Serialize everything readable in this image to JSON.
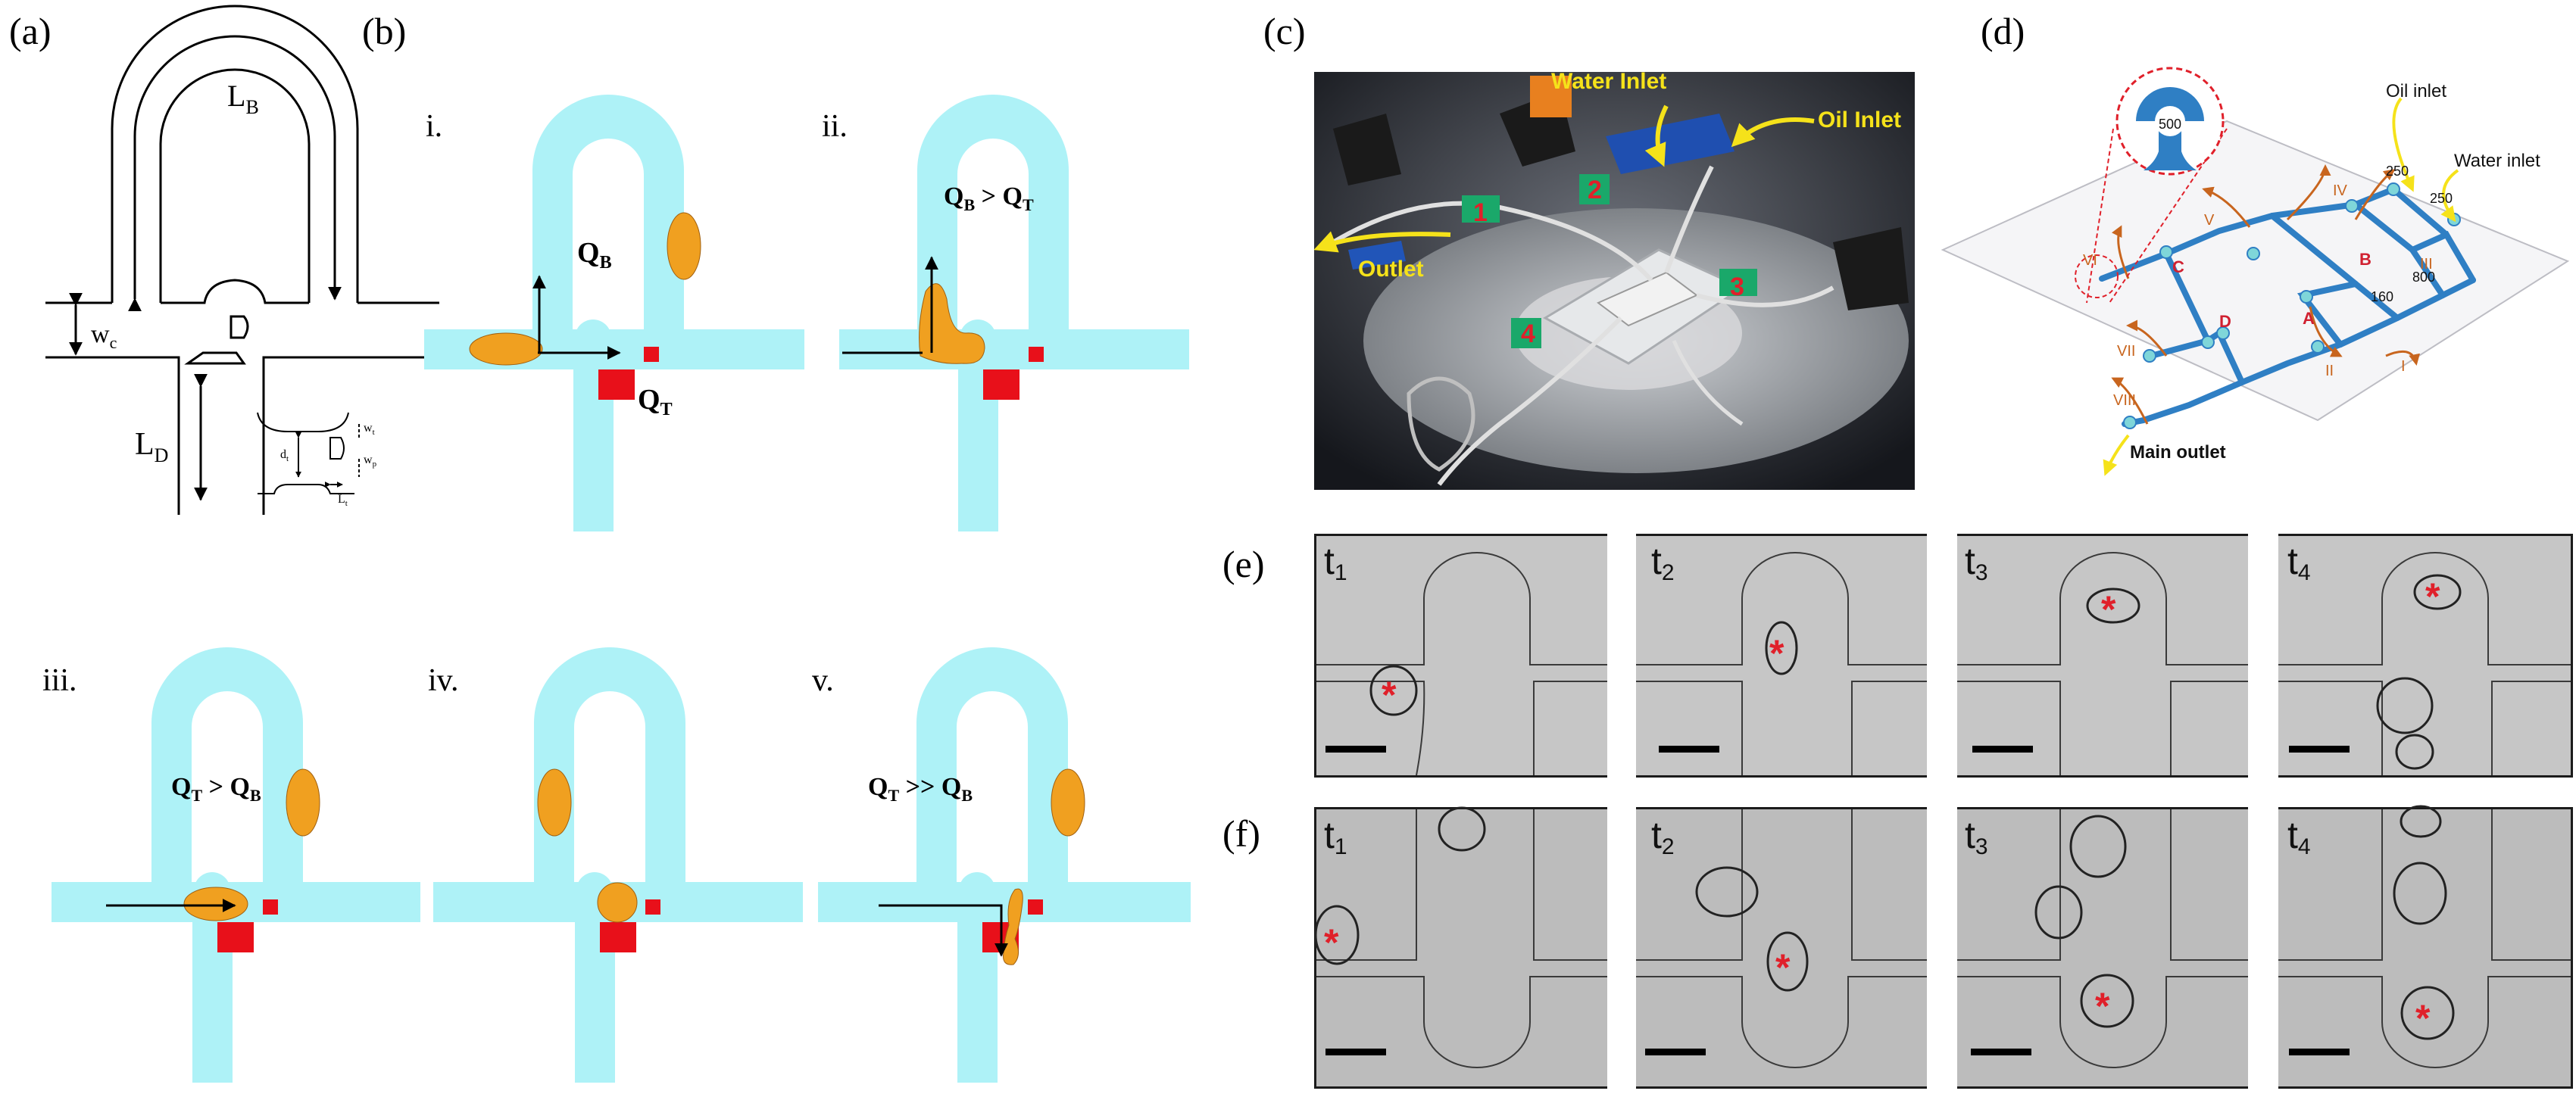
{
  "panel_labels": {
    "a": "(a)",
    "b": "(b)",
    "c": "(c)",
    "d": "(d)",
    "e": "(e)",
    "f": "(f)"
  },
  "panel_a": {
    "l_b": "L",
    "l_b_sub": "B",
    "w_c": "w",
    "w_c_sub": "c",
    "l_d": "L",
    "l_d_sub": "D",
    "inset_d": "d",
    "inset_d_sub": "t",
    "inset_w1": "w",
    "inset_w1_sub": "t",
    "inset_w2": "w",
    "inset_w2_sub": "p",
    "inset_l": "L",
    "inset_l_sub": "t"
  },
  "panel_b": {
    "steps": [
      "i.",
      "ii.",
      "iii.",
      "iv.",
      "v."
    ],
    "q": "Q",
    "b": "B",
    "t": "T",
    "gt": ">",
    "ggt": ">>"
  },
  "panel_c": {
    "water_inlet": "Water Inlet",
    "oil_inlet": "Oil Inlet",
    "outlet": "Outlet",
    "numbers": [
      "1",
      "2",
      "3",
      "4"
    ]
  },
  "panel_d": {
    "oil_inlet": "Oil inlet",
    "water_inlet": "Water inlet",
    "main_outlet": "Main outlet",
    "roman": [
      "I",
      "II",
      "III",
      "IV",
      "V",
      "VI",
      "VII",
      "VIII"
    ],
    "nodes": [
      "A",
      "B",
      "C",
      "D"
    ],
    "dims": [
      "500",
      "250",
      "250",
      "160",
      "800"
    ]
  },
  "panel_e": {
    "labels": [
      "t",
      "t",
      "t",
      "t"
    ],
    "subs": [
      "1",
      "2",
      "3",
      "4"
    ],
    "marker": "*"
  },
  "panel_f": {
    "labels": [
      "t",
      "t",
      "t",
      "t"
    ],
    "subs": [
      "1",
      "2",
      "3",
      "4"
    ],
    "marker": "*"
  },
  "colors": {
    "channel": "#aef2f7",
    "droplet": "#f0a020",
    "trap": "#e8101a",
    "photo_bg": "#c8c8c8",
    "frame_bg": "#b9b9b9",
    "chip_line": "#2f7fc4",
    "marker": "#e0202a",
    "annotation": "#f5e21a"
  }
}
